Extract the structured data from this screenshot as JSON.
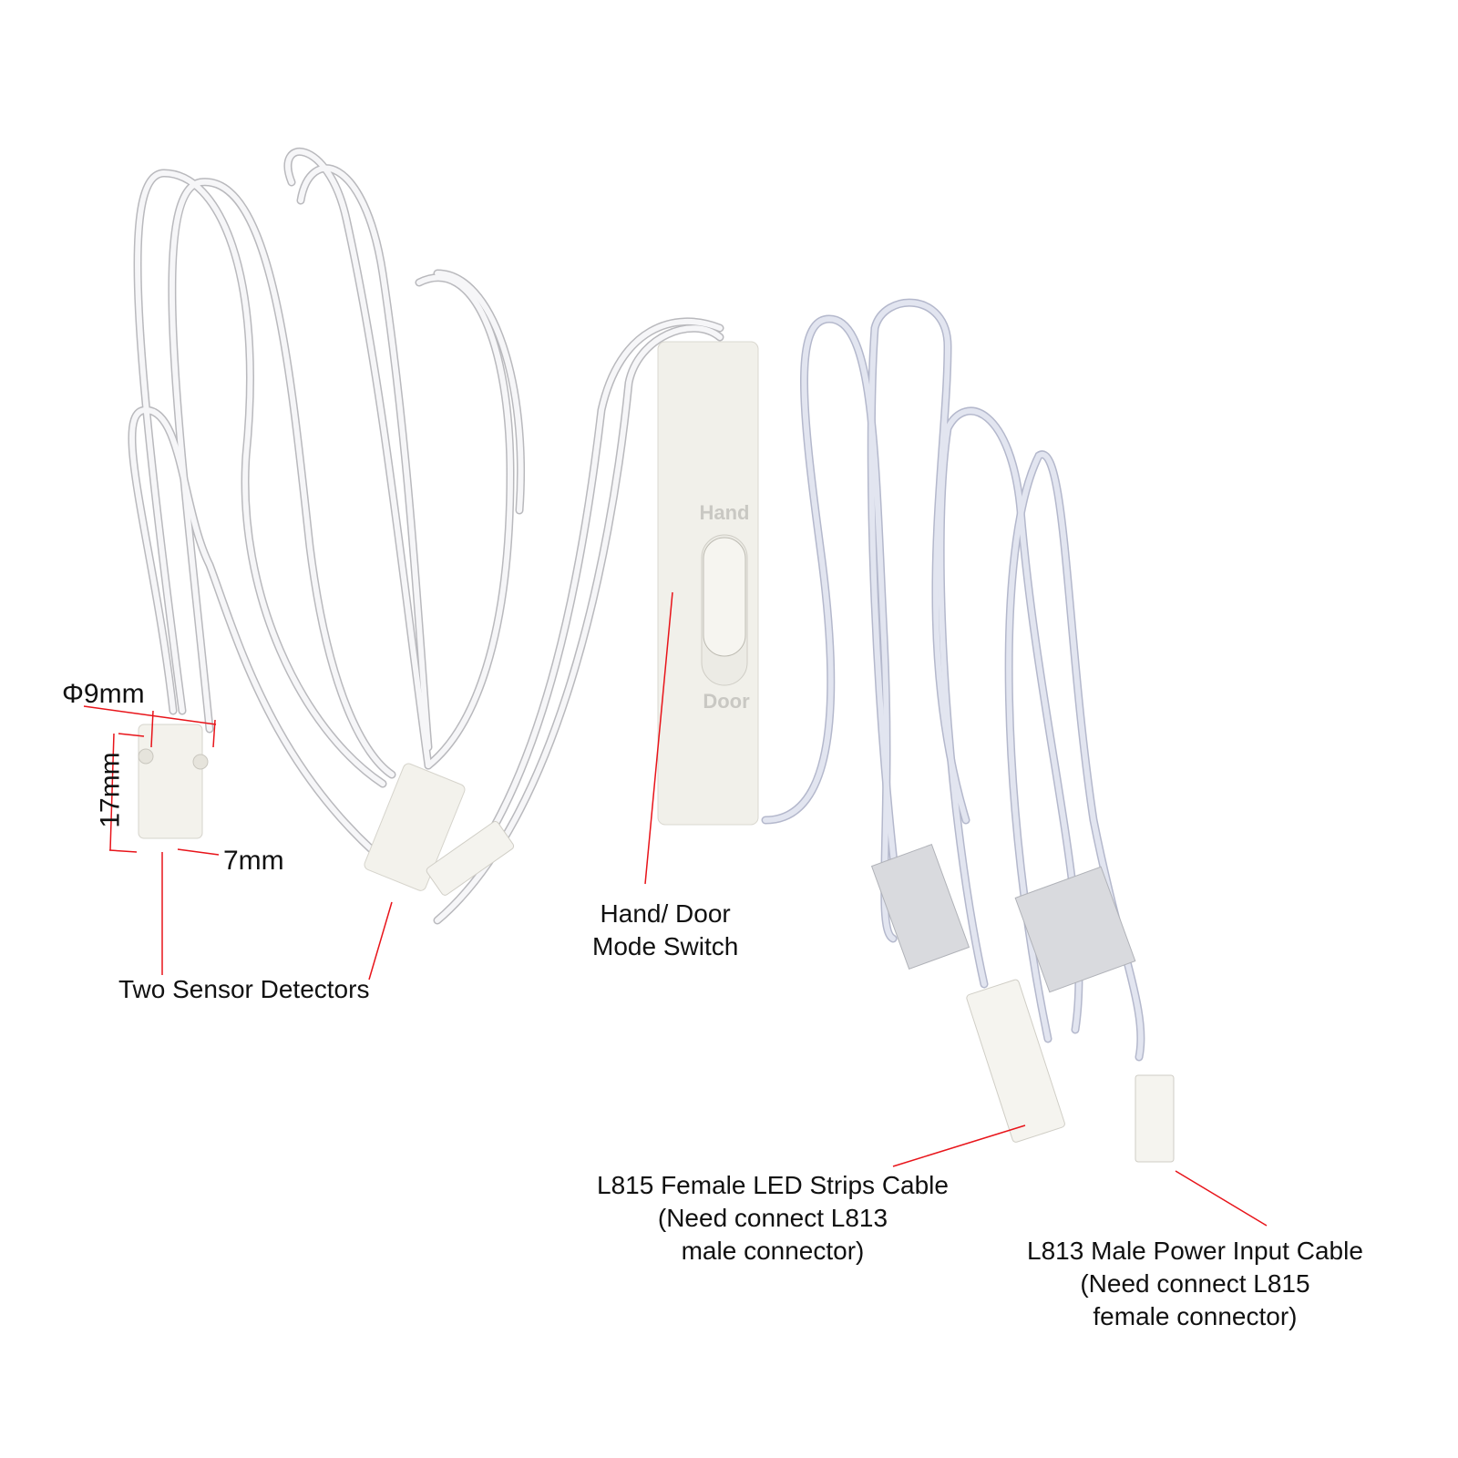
{
  "switch_labels": {
    "top": "Hand",
    "bottom": "Door"
  },
  "dimensions": {
    "diameter": "Φ9mm",
    "height": "17mm",
    "depth": "7mm"
  },
  "callouts": {
    "sensors": [
      "Two Sensor Detectors"
    ],
    "switch": [
      "Hand/ Door",
      "Mode Switch"
    ],
    "female": [
      "L815 Female LED Strips Cable",
      "(Need connect L813",
      "male connector)"
    ],
    "male": [
      "L813 Male Power Input Cable",
      "(Need connect L815",
      "female connector)"
    ]
  },
  "colors": {
    "annotation_line": "#e8141a",
    "cable": "#f4f4f6",
    "cable_blue": "#d8dcea",
    "plastic": "#f1f0ea"
  }
}
